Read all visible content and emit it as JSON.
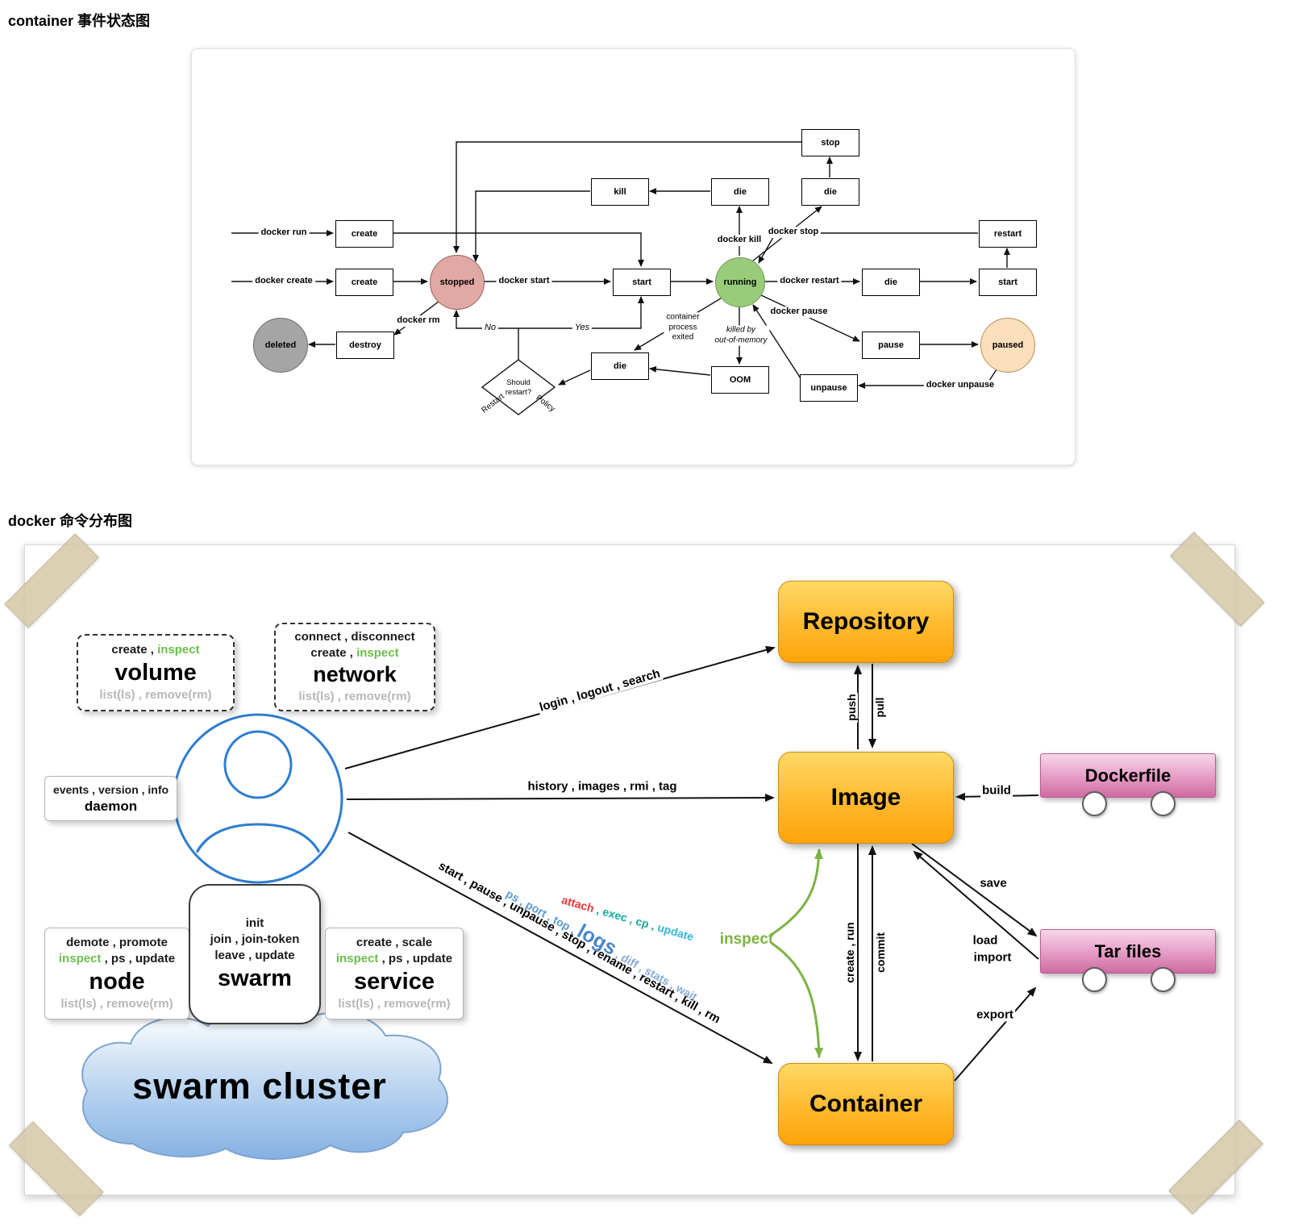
{
  "titles": {
    "state_diagram": "container 事件状态图",
    "command_map": "docker 命令分布图"
  },
  "colors": {
    "inspect_green": "#6abf4b",
    "muted_gray": "#b7b7b7",
    "blue_command": "#5b9bd5",
    "red_command": "#e53935",
    "teal_command": "#1aa89c",
    "cyan_command": "#33b8d8",
    "stopped_fill": "#e2a8a4",
    "running_fill": "#9acb7b",
    "paused_fill": "#fbdfbb",
    "deleted_fill": "#a5a5a5",
    "entity_orange": "#ffb92e",
    "file_pink": "#e49bc4",
    "cloud_blue": "#86b2e4",
    "user_blue": "#2e7dd1"
  },
  "state_diagram": {
    "boxes": {
      "create_run": "create",
      "create_create": "create",
      "stop": "stop",
      "kill": "kill",
      "die_kill": "die",
      "die_stop": "die",
      "start_main": "start",
      "die_restart": "die",
      "start_restart": "start",
      "restart": "restart",
      "pause": "pause",
      "unpause": "unpause",
      "oom": "OOM",
      "die_exit": "die",
      "destroy": "destroy"
    },
    "states": {
      "stopped": "stopped",
      "running": "running",
      "paused": "paused",
      "deleted": "deleted"
    },
    "decision": "Should\nrestart?",
    "labels": {
      "docker_run": "docker run",
      "docker_create": "docker create",
      "docker_start": "docker start",
      "docker_kill": "docker kill",
      "docker_stop": "docker stop",
      "docker_restart": "docker restart",
      "docker_pause": "docker pause",
      "docker_unpause": "docker unpause",
      "docker_rm": "docker rm",
      "no": "No",
      "yes": "Yes",
      "process_exited": "container\nprocess\nexited",
      "killed_by_oom": "killed by\nout-of-memory",
      "restart_branch": "Restart",
      "policy_branch": "Policy"
    }
  },
  "command_map": {
    "panels": {
      "volume": {
        "l1a": "create , ",
        "l1b": "inspect",
        "name": "volume",
        "lr": "list(ls) , remove(rm)"
      },
      "network": {
        "l1": "connect , disconnect",
        "l2a": "create , ",
        "l2b": "inspect",
        "name": "network",
        "lr": "list(ls) , remove(rm)"
      },
      "daemon": {
        "l1": "events , version , info",
        "name": "daemon"
      },
      "node": {
        "l1": "demote , promote",
        "l2a": "inspect",
        "l2b": " , ps , update",
        "name": "node",
        "lr": "list(ls) , remove(rm)"
      },
      "swarm": {
        "l1": "init",
        "l2": "join , join-token",
        "l3": "leave , update",
        "name": "swarm"
      },
      "service": {
        "l1": "create , scale",
        "l2a": "inspect",
        "l2b": " , ps , update",
        "name": "service",
        "lr": "list(ls) , remove(rm)"
      }
    },
    "cloud_label": "swarm cluster",
    "nodes": {
      "repository": "Repository",
      "image": "Image",
      "container": "Container",
      "dockerfile": "Dockerfile",
      "tar_files": "Tar files"
    },
    "edges": {
      "registry_cmds": "login , logout , search",
      "image_cmds": "history , images , rmi , tag",
      "push": "push",
      "pull": "pull",
      "build": "build",
      "save": "save",
      "load": "load",
      "import": "import",
      "export": "export",
      "create_run": "create , run",
      "commit": "commit",
      "inspect": "inspect",
      "container_cmds": "start , pause , unpause , stop , rename , restart , kill , rm",
      "attach": "attach",
      "attach_mid": " , exec , cp , ",
      "update": "update",
      "ps_head": "ps , port , top , ",
      "logs": "logs",
      "ps_tail": " , diff , stats , wait"
    }
  }
}
